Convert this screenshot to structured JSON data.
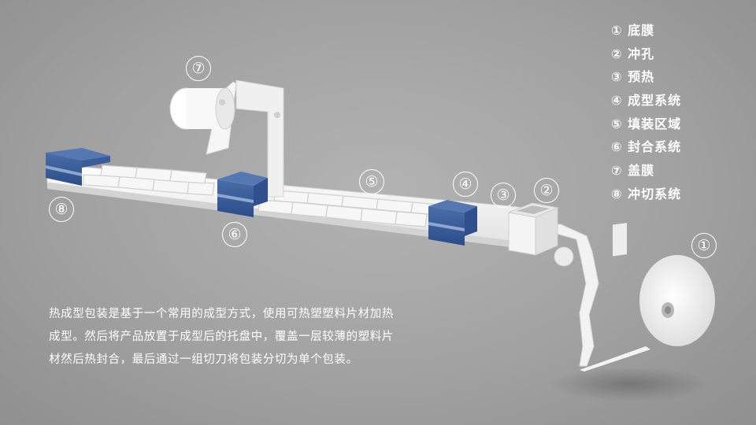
{
  "callouts": [
    "①",
    "②",
    "③",
    "④",
    "⑤",
    "⑥",
    "⑦",
    "⑧"
  ],
  "legend": [
    {
      "number": "①",
      "label": "底膜"
    },
    {
      "number": "②",
      "label": "冲孔"
    },
    {
      "number": "③",
      "label": "预热"
    },
    {
      "number": "④",
      "label": "成型系统"
    },
    {
      "number": "⑤",
      "label": "填装区域"
    },
    {
      "number": "⑥",
      "label": "封合系统"
    },
    {
      "number": "⑦",
      "label": "盖膜"
    },
    {
      "number": "⑧",
      "label": "冲切系统"
    }
  ],
  "description": "热成型包装是基于一个常用的成型方式，使用可热塑塑料片材加热成型。然后将产品放置于成型后的托盘中，覆盖一层较薄的塑料片材然后热封合，最后通过一组切刀将包装分切为单个包装。",
  "colors": {
    "background": "#a6a6a6",
    "machine_white": "#f2f2f2",
    "station_blue": "#2d4f8e",
    "text": "#ffffff"
  }
}
